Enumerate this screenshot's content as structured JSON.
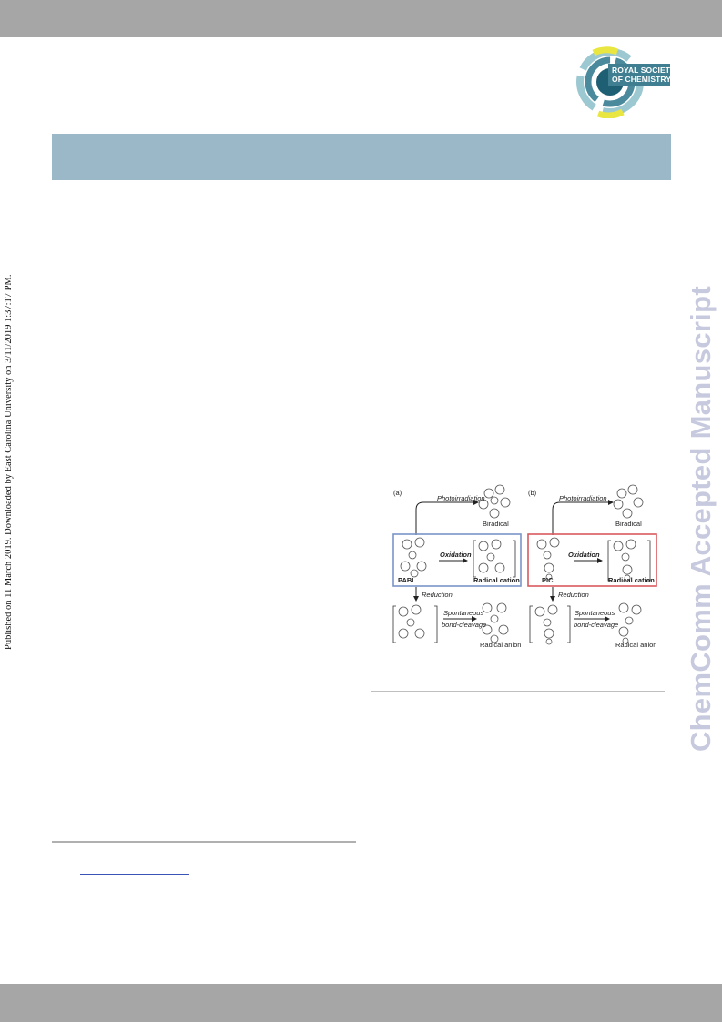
{
  "header": {
    "logo_line1": "ROYAL SOCIETY",
    "logo_line2": "OF CHEMISTRY"
  },
  "side_note": "Published on 11 March 2019. Downloaded by East Carolina University on 3/11/2019 1:37:17 PM.",
  "watermark": "ChemComm Accepted Manuscript",
  "figure": {
    "panel_a": {
      "label": "(a)",
      "photo_label": "Photoirradiation",
      "biradical": "Biradical",
      "compound": "PABI",
      "oxidation": "Oxidation",
      "radical_cation": "Radical cation",
      "reduction": "Reduction",
      "spontaneous": "Spontaneous",
      "bond_cleavage": "bond-cleavage",
      "radical_anion": "Radical anion"
    },
    "panel_b": {
      "label": "(b)",
      "photo_label": "Photoirradiation",
      "biradical": "Biradical",
      "compound": "PIC",
      "oxidation": "Oxidation",
      "radical_cation": "Radical cation",
      "reduction": "Reduction",
      "spontaneous": "Spontaneous",
      "bond_cleavage": "bond-cleavage",
      "radical_anion": "Radical anion"
    },
    "colors": {
      "box_a": "#7a95c8",
      "box_b": "#d9595f"
    }
  },
  "colors": {
    "bars": "#a6a6a6",
    "banner": "#9bb8c8",
    "watermark": "#c7c9de",
    "link": "#3b55b6"
  }
}
